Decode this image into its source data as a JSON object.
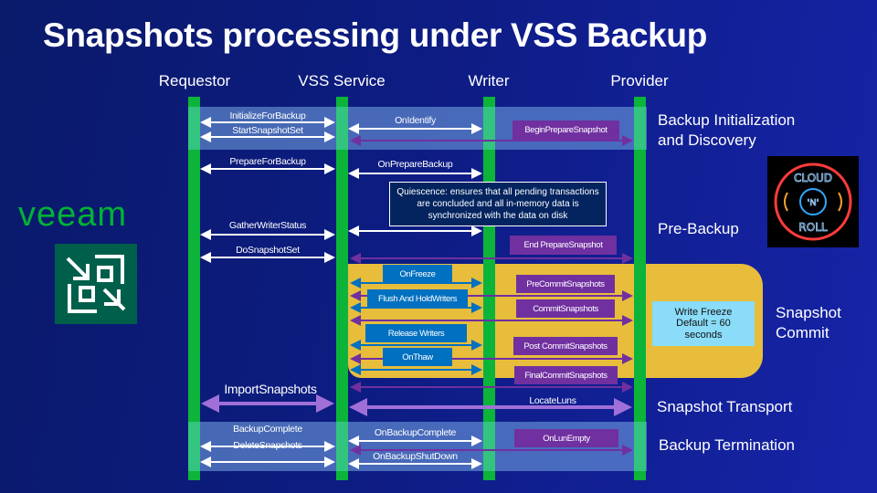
{
  "title": "Snapshots processing under VSS Backup",
  "actors": [
    "Requestor",
    "VSS Service",
    "Writer",
    "Provider"
  ],
  "phases": {
    "init": "Backup Initialization\nand Discovery",
    "init_line1": "Backup Initialization",
    "init_line2": "and Discovery",
    "prebackup": "Pre-Backup",
    "commit_line1": "Snapshot",
    "commit_line2": "Commit",
    "transport": "Snapshot Transport",
    "termination": "Backup Termination"
  },
  "messages": {
    "initialize_for_backup": "InitializeForBackup",
    "start_snapshot_set": "StartSnapshotSet",
    "on_identify": "OnIdentify",
    "begin_prepare_snapshot": "BeginPrepareSnapshot",
    "prepare_for_backup": "PrepareForBackup",
    "on_prepare_backup": "OnPrepareBackup",
    "gather_writer_status": "GatherWriterStatus",
    "do_snapshot_set": "DoSnapshotSet",
    "end_prepare_snapshot": "End PrepareSnapshot",
    "on_freeze": "OnFreeze",
    "flush_and_hold_writers": "Flush And HoldWriters",
    "release_writers": "Release Writers",
    "on_thaw": "OnThaw",
    "pre_commit_snapshots": "PreCommitSnapshots",
    "commit_snapshots": "CommitSnapshots",
    "post_commit_snapshots": "Post CommitSnapshots",
    "final_commit_snapshots": "FinalCommitSnapshots",
    "import_snapshots": "ImportSnapshots",
    "locate_luns": "LocateLuns",
    "backup_complete": "BackupComplete",
    "delete_snapshots": "DeleteSnapshots",
    "on_backup_complete": "OnBackupComplete",
    "on_backup_shutdown": "OnBackupShutDown",
    "on_lun_empty": "OnLunEmpty"
  },
  "notes": {
    "quiescence": "Quiescence: ensures that all pending transactions are concluded and all in-memory data is synchronized with the data on disk",
    "write_freeze_line1": "Write Freeze",
    "write_freeze_line2": "Default = 60",
    "write_freeze_line3": "seconds"
  },
  "logos": {
    "veeam": "veeam",
    "cloud_n_roll_top": "CLOUD",
    "cloud_n_roll_mid": "'N'",
    "cloud_n_roll_bottom": "ROLL"
  },
  "colors": {
    "lifeline": "#0cb43a",
    "band": "#5f8fd0",
    "commit_zone": "#e8bd3c",
    "provider_msg": "#7030a0",
    "writer_msg": "#0070c0",
    "transport_arrow": "#a070d8",
    "freeze_note": "#8adcf8"
  }
}
